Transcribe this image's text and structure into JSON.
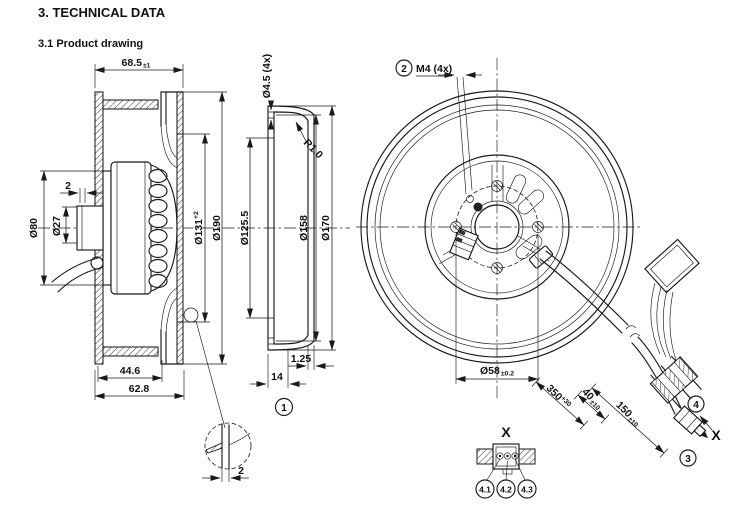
{
  "page": {
    "title": "3. TECHNICAL DATA",
    "subtitle": "3.1 Product drawing"
  },
  "side_view": {
    "depth": "68.5",
    "depth_tol": "±1",
    "gap": "2",
    "motor_dia": "Ø80",
    "shaft_dia": "Ø27",
    "inlet_dia": "Ø131",
    "inlet_tol": "+2",
    "outer_dia": "Ø190",
    "len_inner": "44.6",
    "len_outer": "62.8"
  },
  "detail_view": {
    "thickness": "2"
  },
  "flange_view": {
    "hole": "Ø4.5 (4x)",
    "radius": "R1.0",
    "inner_dia": "Ø125.5",
    "pitch_dia": "Ø158",
    "outer_dia": "Ø170",
    "wall": "1.25",
    "depth": "14",
    "balloon": "1"
  },
  "front_view": {
    "balloon_screws": "2",
    "screw_thread": "M4 (4x)",
    "hub_dia": "Ø58",
    "hub_tol": "±0.2",
    "cable_len": "350",
    "cable_len_tol": "+30",
    "strip_len": "40",
    "strip_tol": "±10",
    "lead_len": "150",
    "lead_tol": "±10",
    "balloon_ferrule": "3",
    "balloon_plug": "4",
    "plug_view": "X"
  },
  "connector_detail": {
    "label": "X",
    "pins": [
      {
        "id": "4.1"
      },
      {
        "id": "4.2"
      },
      {
        "id": "4.3"
      }
    ]
  }
}
